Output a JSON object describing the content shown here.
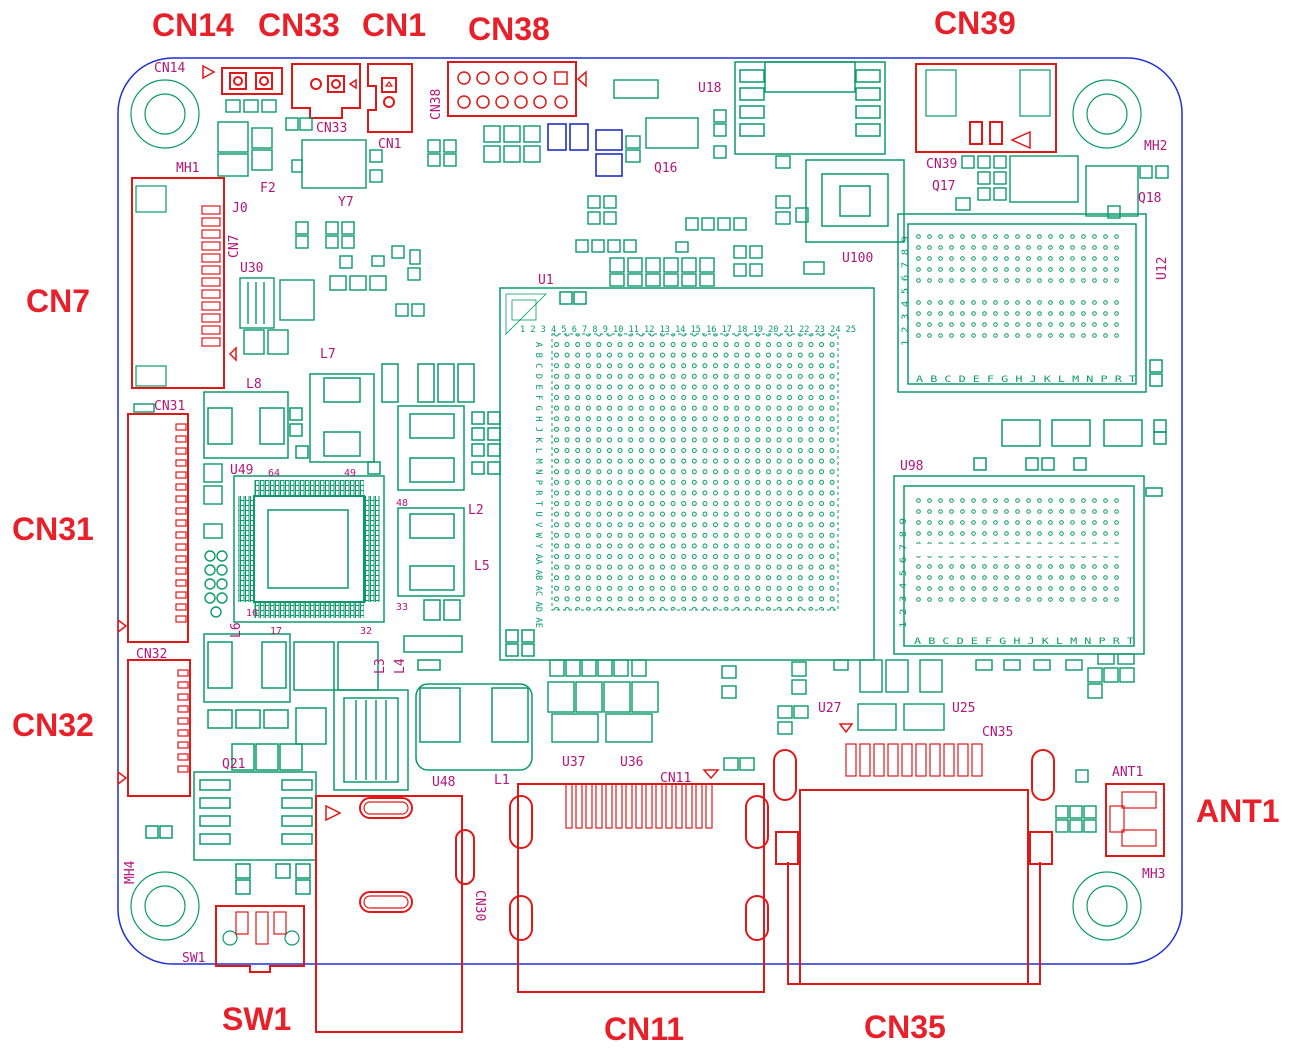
{
  "callouts": {
    "cn14": "CN14",
    "cn33": "CN33",
    "cn1": "CN1",
    "cn38": "CN38",
    "cn39": "CN39",
    "cn7": "CN7",
    "cn31": "CN31",
    "cn32": "CN32",
    "sw1": "SW1",
    "cn11": "CN11",
    "cn35": "CN35",
    "ant1": "ANT1"
  },
  "silkscreen": {
    "cn14": "CN14",
    "cn33": "CN33",
    "cn1": "CN1",
    "cn38": "CN38",
    "u18": "U18",
    "cn39": "CN39",
    "mh1": "MH1",
    "mh2": "MH2",
    "mh3": "MH3",
    "mh4": "MH4",
    "f2": "F2",
    "y7": "Y7",
    "q16": "Q16",
    "q17": "Q17",
    "q18": "Q18",
    "j0": "J0",
    "cn7": "CN7",
    "u30": "U30",
    "u1": "U1",
    "u100": "U100",
    "u12": "U12",
    "l7": "L7",
    "l8": "L8",
    "cn31": "CN31",
    "u49": "U49",
    "u49_pin64": "64",
    "u49_pin49": "49",
    "u49_pin48": "48",
    "u49_pin33": "33",
    "u49_pin16": "16",
    "u49_pin17": "17",
    "u49_pin32": "32",
    "l2": "L2",
    "l5": "L5",
    "l6": "L6",
    "l3": "L3",
    "l4": "L4",
    "u98": "U98",
    "cn32": "CN32",
    "q21": "Q21",
    "u48": "U48",
    "l1": "L1",
    "cn11": "CN11",
    "u37": "U37",
    "u36": "U36",
    "u27": "U27",
    "u25": "U25",
    "cn35": "CN35",
    "ant1": "ANT1",
    "cn30": "CN30",
    "sw1": "SW1",
    "u1_columns": "1 2 3 4 5 6 7 8 9 10 11 12 13 14 15 16 17 18 19 20 21 22 23 24 25",
    "u1_rows": "A B C D E F G H J K L M N P R T U V W Y AA AB AC AD AE",
    "mem_columns": "1 2 3 4 5 6 7 8 9",
    "mem_rows": "A B C D E F G H J K L M N P R T"
  },
  "colors": {
    "outline": "#1f2fd6",
    "component": "#0a9a6a",
    "connector": "#e01818",
    "label": "#e8202a",
    "refdes": "#b3157a",
    "accent_blue": "#2030c8"
  }
}
